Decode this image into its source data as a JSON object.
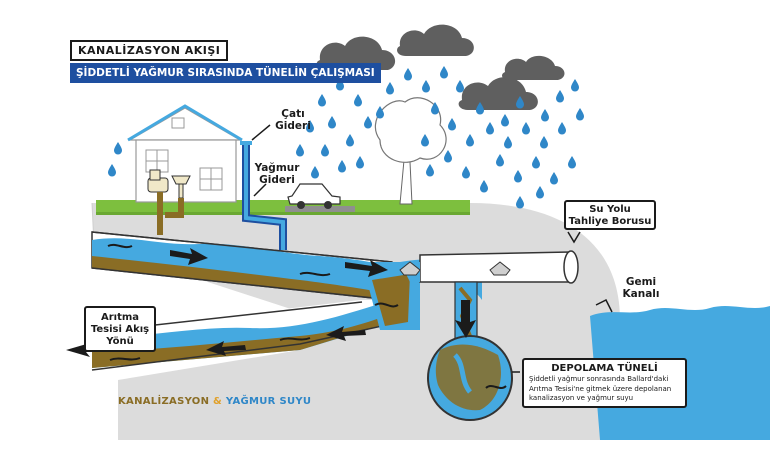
{
  "title": "KANALİZASYON AKIŞI",
  "subtitle": "ŞİDDETLİ YAĞMUR SIRASINDA TÜNELİN ÇALIŞMASI",
  "labels": {
    "roof_drain": [
      "Çatı",
      "Gideri"
    ],
    "rain_drain": [
      "Yağmur",
      "Gideri"
    ],
    "outfall": [
      "Su Yolu",
      "Tahliye Borusu"
    ],
    "ship_canal": [
      "Gemi",
      "Kanalı"
    ],
    "treatment": [
      "Arıtma",
      "Tesisi Akış",
      "Yönü"
    ]
  },
  "storage": {
    "title": "DEPOLAMA TÜNELİ",
    "description": [
      "Şiddetli yağmur sonrasında Ballard'daki",
      "Arıtma Tesisi'ne gitmek üzere depolanan",
      "kanalizasyon ve yağmur suyu"
    ]
  },
  "legend": {
    "sewage": "KANALİZASYON",
    "amp": "&",
    "rain": "YAĞMUR SUYU"
  },
  "colors": {
    "sewage": "#8a6d25",
    "water": "#2f87c8",
    "title_bar": "#1e4fa0",
    "grass": "#7dbf3e",
    "ground": "#dcdcdc",
    "cloud": "#5f5f5f"
  }
}
